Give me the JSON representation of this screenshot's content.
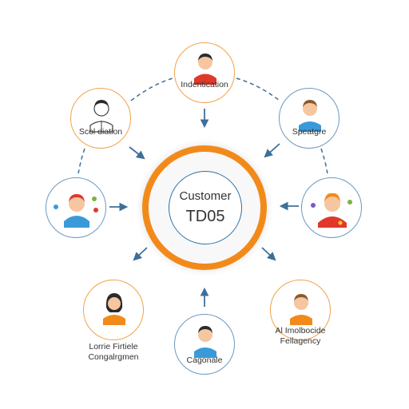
{
  "hub": {
    "line1": "Customer",
    "line2": "TD05"
  },
  "nodes": {
    "top": {
      "label": "Indentication"
    },
    "upper_left": {
      "label": "Scol diation"
    },
    "upper_right": {
      "label": "Speatgre"
    },
    "mid_left": {
      "label": ""
    },
    "mid_right": {
      "label": ""
    },
    "lower_left": {
      "label_line1": "Lorrie Firtiele",
      "label_line2": "Congalrgmen"
    },
    "bottom": {
      "label": "Cagonale"
    },
    "lower_right": {
      "label_line1": "Al Imolbocide",
      "label_line2": "Fellagency"
    }
  },
  "colors": {
    "hub_ring": "#f28a1a",
    "hub_inner_border": "#2f6f9f",
    "arrow": "#3f6f98",
    "node_orange_border": "#f0a24a",
    "node_blue_border": "#6d98bd",
    "skin": "#f5c6a0",
    "hair": "#2b2b2b",
    "shirt_orange": "#f28a1a",
    "shirt_blue": "#3a9ad9",
    "shirt_red": "#e0382b"
  }
}
